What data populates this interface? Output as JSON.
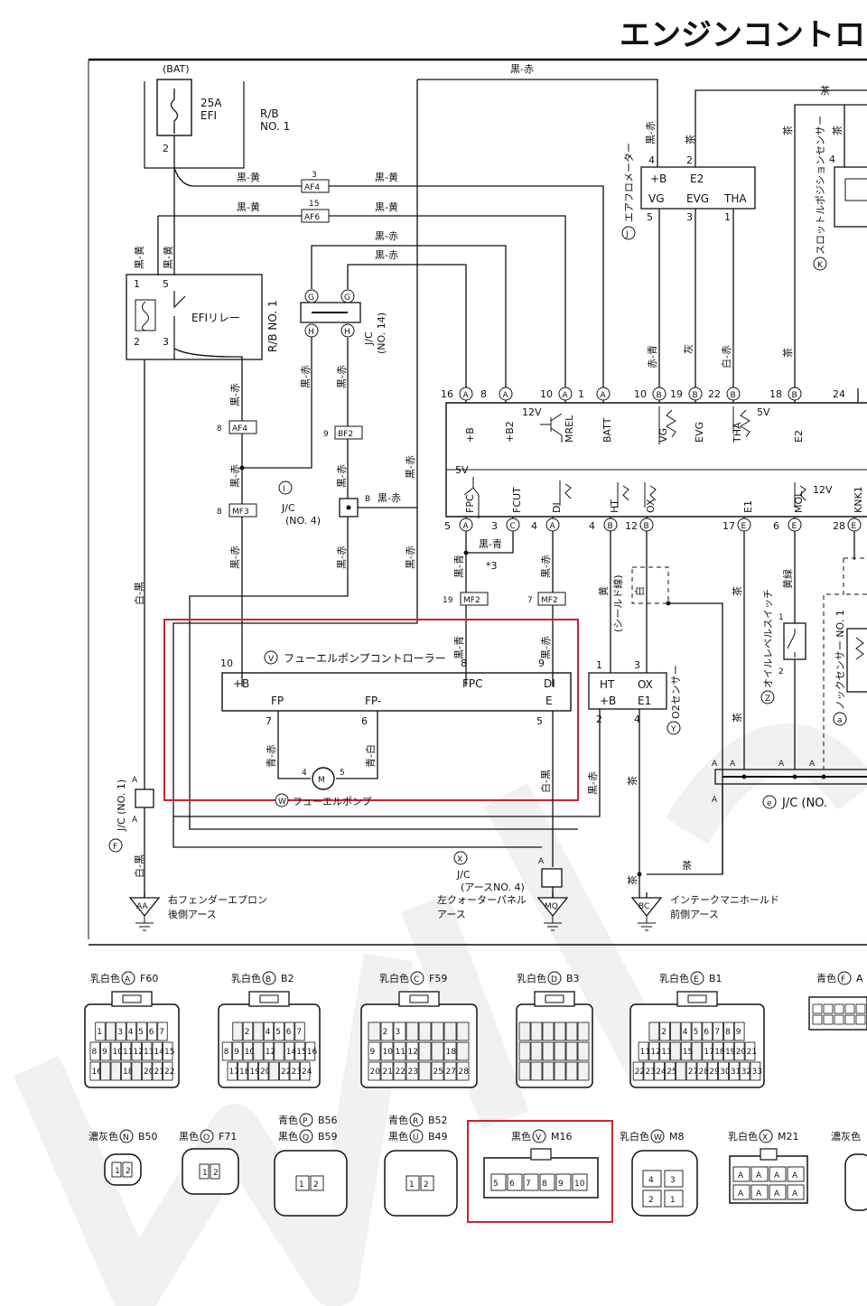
{
  "header": {
    "title": "エンジンコントロー"
  },
  "power": {
    "bat": "(BAT)",
    "fuse_rating": "25A",
    "fuse_name": "EFI",
    "rb": "R/B",
    "rb_no": "NO. 1",
    "fuse_pin": "2"
  },
  "relay": {
    "label": "EFIリレー",
    "rb_label": "R/B NO. 1",
    "pins": [
      "1",
      "5",
      "2",
      "3"
    ]
  },
  "wires": {
    "black_yellow": "黒-黄",
    "black_red": "黒-赤",
    "black_blue": "黒-青",
    "white_black": "白-黒",
    "blue_red": "青-赤",
    "blue_white": "青-白",
    "brown": "茶",
    "red_blue": "赤-青",
    "gray": "灰",
    "white_red": "白-赤",
    "yellow": "黄",
    "yellow_green": "黄緑",
    "shield": "(シールド線)",
    "white": "白"
  },
  "connectors": {
    "af4": "AF4",
    "af6": "AF6",
    "af4_pin": "3",
    "af6_pin": "15",
    "af4b": "AF4",
    "af4b_pin": "8",
    "mf3": "MF3",
    "mf3_pin": "8",
    "bf2": "BF2",
    "bf2_pin": "9",
    "mf2": "MF2",
    "mf2_a_pin": "19",
    "mf2_b_pin": "7",
    "g": "G",
    "h": "H"
  },
  "junctions": {
    "jc14": "J/C",
    "jc14_no": "(NO. 14)",
    "jc4_circle": "I",
    "jc4": "J/C",
    "jc4_no": "(NO. 4)",
    "jc4_b": "B",
    "jc1": "J/C (NO. 1)",
    "jc1_circle": "F",
    "jc1_a": "A",
    "jcx_circle": "X",
    "jcx": "J/C",
    "jcx_no": "(アースNO. 4)",
    "jce_circle": "e",
    "jce": "J/C (NO.",
    "a_label": "A"
  },
  "ecu_pins_top": [
    {
      "num": "16",
      "conn": "A",
      "name": "+B"
    },
    {
      "num": "8",
      "conn": "A",
      "name": "+B2"
    },
    {
      "num": "10",
      "conn": "A",
      "name": "MREL"
    },
    {
      "num": "1",
      "conn": "A",
      "name": "BATT"
    },
    {
      "num": "10",
      "conn": "B",
      "name": "VG"
    },
    {
      "num": "19",
      "conn": "B",
      "name": "EVG"
    },
    {
      "num": "22",
      "conn": "B",
      "name": "THA"
    },
    {
      "num": "18",
      "conn": "B",
      "name": "E2"
    },
    {
      "num": "24",
      "conn": "",
      "name": ""
    }
  ],
  "ecu_pins_bottom": [
    {
      "num": "5",
      "conn": "A",
      "name": "FPC"
    },
    {
      "num": "3",
      "conn": "C",
      "name": "FCUT"
    },
    {
      "num": "4",
      "conn": "A",
      "name": "DI"
    },
    {
      "num": "4",
      "conn": "B",
      "name": "HT"
    },
    {
      "num": "12",
      "conn": "B",
      "name": "OX"
    },
    {
      "num": "17",
      "conn": "E",
      "name": "E1"
    },
    {
      "num": "6",
      "conn": "E",
      "name": "MOL"
    },
    {
      "num": "28",
      "conn": "E",
      "name": "KNK1"
    }
  ],
  "ecu_misc": {
    "v12": "12V",
    "v5": "5V",
    "v5b": "5V",
    "v12b": "12V",
    "star3": "*3"
  },
  "airflow": {
    "circle": "J",
    "name": "エアフロメーター",
    "pins_top": [
      "4",
      "2"
    ],
    "labels_top": [
      "+B",
      "E2"
    ],
    "labels_bottom": [
      "VG",
      "EVG",
      "THA"
    ],
    "pins_bottom": [
      "5",
      "3",
      "1"
    ]
  },
  "throttle": {
    "circle": "K",
    "name": "スロットルポジションセンサー",
    "pin": "4"
  },
  "pump_ctrl": {
    "circle": "V",
    "name": "フューエルポンプコントローラー",
    "pins_top": [
      "10",
      "8",
      "9"
    ],
    "labels_top": [
      "+B",
      "FPC",
      "DI"
    ],
    "labels_bottom": [
      "FP",
      "FP-",
      "E"
    ],
    "pins_bottom": [
      "7",
      "6",
      "5"
    ]
  },
  "pump": {
    "circle": "W",
    "name": "フューエルポンプ",
    "pins": [
      "4",
      "5"
    ],
    "m": "M"
  },
  "o2": {
    "circle": "Y",
    "name": "O2センサー",
    "pins_top": [
      "1",
      "3"
    ],
    "labels_top": [
      "HT",
      "OX"
    ],
    "labels_bottom": [
      "+B",
      "E1"
    ],
    "pins_bottom": [
      "2",
      "4"
    ]
  },
  "oil": {
    "circle": "Z",
    "name": "オイルレベルスイッチ",
    "pins": [
      "1",
      "2"
    ]
  },
  "knock": {
    "circle": "a",
    "name": "ノックセンサー NO. 1"
  },
  "grounds": [
    {
      "code": "AA",
      "line1": "右フェンダーエプロン",
      "line2": "後側アース"
    },
    {
      "code": "MQ",
      "line1": "左クォーターパネル",
      "line2": "アース"
    },
    {
      "code": "BC",
      "line1": "インテークマニホールド",
      "line2": "前側アース"
    }
  ],
  "connector_views": [
    {
      "color": "乳白色",
      "letter": "A",
      "code": "F60"
    },
    {
      "color": "乳白色",
      "letter": "B",
      "code": "B2"
    },
    {
      "color": "乳白色",
      "letter": "C",
      "code": "F59"
    },
    {
      "color": "乳白色",
      "letter": "D",
      "code": "B3"
    },
    {
      "color": "乳白色",
      "letter": "E",
      "code": "B1"
    },
    {
      "color": "青色",
      "letter": "F",
      "code": "A"
    },
    {
      "color": "濃灰色",
      "letter": "N",
      "code": "B50"
    },
    {
      "color": "黒色",
      "letter": "O",
      "code": "F71"
    },
    {
      "color": "青色",
      "letter": "P",
      "code": "B56"
    },
    {
      "color": "黒色",
      "letter": "Q",
      "code": "B59"
    },
    {
      "color": "青色",
      "letter": "R",
      "code": "B52"
    },
    {
      "color": "黒色",
      "letter": "U",
      "code": "B49"
    },
    {
      "color": "黒色",
      "letter": "V",
      "code": "M16"
    },
    {
      "color": "乳白色",
      "letter": "W",
      "code": "M8"
    },
    {
      "color": "乳白色",
      "letter": "X",
      "code": "M21"
    },
    {
      "color": "濃灰色",
      "letter": "",
      "code": ""
    }
  ],
  "connector_pins": {
    "a_rows": [
      [
        "1",
        "",
        "3",
        "4",
        "5",
        "6",
        "7"
      ],
      [
        "8",
        "9",
        "10",
        "11",
        "12",
        "13",
        "14",
        "15"
      ],
      [
        "16",
        "",
        "",
        "18",
        "",
        "20",
        "21",
        "22"
      ]
    ],
    "b_rows": [
      [
        "",
        "2",
        "",
        "4",
        "5",
        "6",
        "7"
      ],
      [
        "8",
        "9",
        "10",
        "",
        "12",
        "",
        "14",
        "15",
        "16"
      ],
      [
        "17",
        "18",
        "19",
        "20",
        "",
        "22",
        "23",
        "24"
      ]
    ],
    "c_rows": [
      [
        "",
        "2",
        "3",
        "",
        "",
        "",
        "",
        ""
      ],
      [
        "9",
        "10",
        "11",
        "12",
        "",
        "",
        "18",
        ""
      ],
      [
        "20",
        "21",
        "22",
        "23",
        "",
        "25",
        "27",
        "28"
      ]
    ],
    "e_rows": [
      [
        "",
        "2",
        "",
        "4",
        "5",
        "6",
        "7",
        "8",
        "9"
      ],
      [
        "11",
        "12",
        "13",
        "",
        "15",
        "",
        "17",
        "18",
        "19",
        "20",
        "21"
      ],
      [
        "22",
        "23",
        "24",
        "25",
        "",
        "27",
        "28",
        "29",
        "30",
        "31",
        "32",
        "33"
      ]
    ],
    "n_pins": [
      "1",
      "2"
    ],
    "o_pins": [
      "1",
      "2"
    ],
    "pq_pins": [
      "1",
      "2"
    ],
    "ru_pins": [
      "1",
      "2"
    ],
    "v_pins": [
      "5",
      "6",
      "7",
      "8",
      "9",
      "10"
    ],
    "w_pins": [
      "4",
      "3",
      "2",
      "1"
    ],
    "x_pins": [
      "A",
      "A",
      "A",
      "A",
      "A",
      "A",
      "A",
      "A"
    ]
  },
  "colors": {
    "highlight": "#d0232b",
    "line": "#111111",
    "fill": "#ffffff",
    "watermark": "#e6e6e6"
  },
  "watermark": {
    "text": "W I"
  }
}
